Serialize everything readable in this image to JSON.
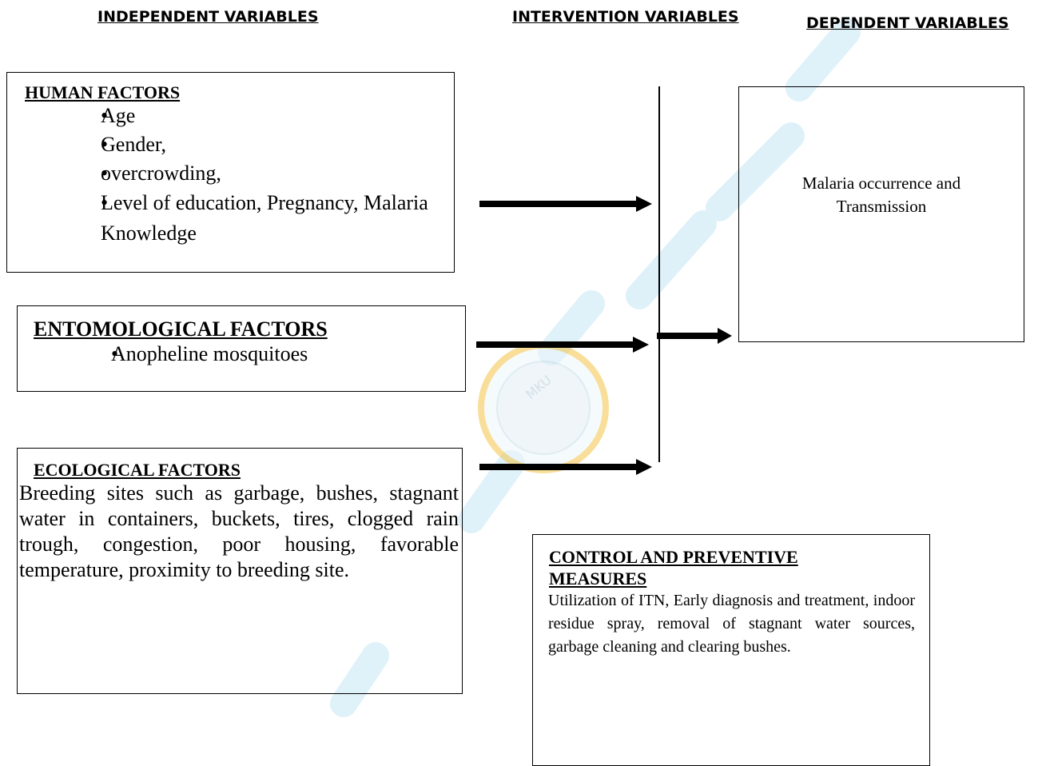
{
  "headers": {
    "independent": "INDEPENDENT VARIABLES",
    "intervention": "INTERVENTION VARIABLES",
    "dependent": "DEPENDENT VARIABLES"
  },
  "human_factors": {
    "title": "HUMAN FACTORS",
    "items": [
      "Age",
      "Gender,",
      "overcrowding,",
      "Level of education, Pregnancy, Malaria Knowledge"
    ]
  },
  "entomological_factors": {
    "title": "ENTOMOLOGICAL FACTORS",
    "items": [
      "Anopheline mosquitoes"
    ]
  },
  "ecological_factors": {
    "title": "ECOLOGICAL FACTORS",
    "text": "Breeding sites such as garbage, bushes, stagnant water in containers, buckets, tires, clogged rain trough, congestion, poor housing, favorable temperature, proximity to breeding site."
  },
  "control_measures": {
    "title": "CONTROL AND PREVENTIVE MEASURES",
    "text": "Utilization of ITN, Early diagnosis and treatment, indoor residue spray, removal of stagnant water sources, garbage cleaning and clearing bushes."
  },
  "outcome": {
    "text": "Malaria occurrence and Transmission"
  },
  "watermark": {
    "color": "#9fd3ea",
    "logo_text": "MKU"
  }
}
